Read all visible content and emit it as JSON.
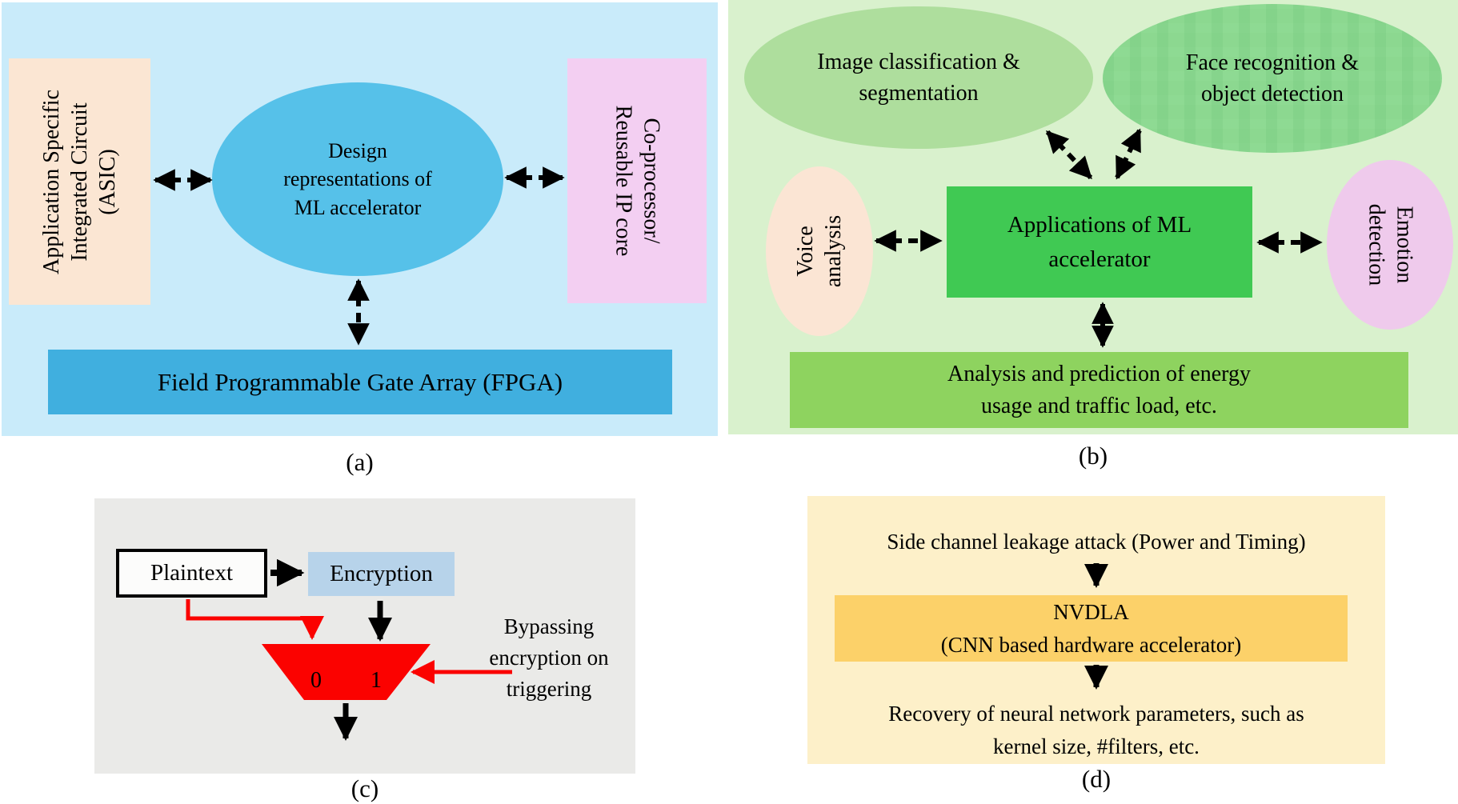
{
  "figure": {
    "panel_a": {
      "label": "(a)",
      "asic_box": "Application Specific\nIntegrated Circuit\n(ASIC)",
      "design_ellipse": "Design\nrepresentations of\nML accelerator",
      "coprocessor_box": "Co-processor/\nReusable IP core",
      "fpga_box": "Field Programmable Gate Array (FPGA)"
    },
    "panel_b": {
      "label": "(b)",
      "image_ellipse": "Image classification &\nsegmentation",
      "face_ellipse": "Face recognition &\nobject detection",
      "voice_ellipse": "Voice\nanalysis",
      "applications_box": "Applications of ML\naccelerator",
      "emotion_ellipse": "Emotion\ndetection",
      "analysis_box": "Analysis and prediction of energy\nusage and traffic load, etc."
    },
    "panel_c": {
      "label": "(c)",
      "plaintext_box": "Plaintext",
      "encryption_box": "Encryption",
      "mux_input_0": "0",
      "mux_input_1": "1",
      "bypass_note": "Bypassing\nencryption on\ntriggering"
    },
    "panel_d": {
      "label": "(d)",
      "top_text": "Side channel leakage attack (Power and Timing)",
      "nvdla_box": "NVDLA\n(CNN based hardware accelerator)",
      "bottom_text": "Recovery of neural network parameters, such as\nkernel size, #filters, etc."
    }
  },
  "colors": {
    "panel_a_bg": "#c9ebfa",
    "asic_box": "#fbe6d3",
    "design_ellipse": "#56c1e9",
    "coprocessor_box": "#f3cff2",
    "fpga_box": "#40afdf",
    "panel_b_bg": "#d9f1cd",
    "image_ellipse": "#aede9d",
    "face_ellipse": "#8cd890",
    "voice_ellipse": "#fbe5d4",
    "applications_box": "#40c953",
    "emotion_ellipse": "#efcaec",
    "analysis_box": "#8ed35f",
    "panel_c_bg": "#eaeae8",
    "plaintext_box": "#fcfcfb",
    "encryption_box": "#b7d3ea",
    "mux_red": "#fb0200",
    "panel_d_bg": "#fdf0c9",
    "nvdla_box": "#fcd169",
    "arrow_color": "#000000"
  }
}
